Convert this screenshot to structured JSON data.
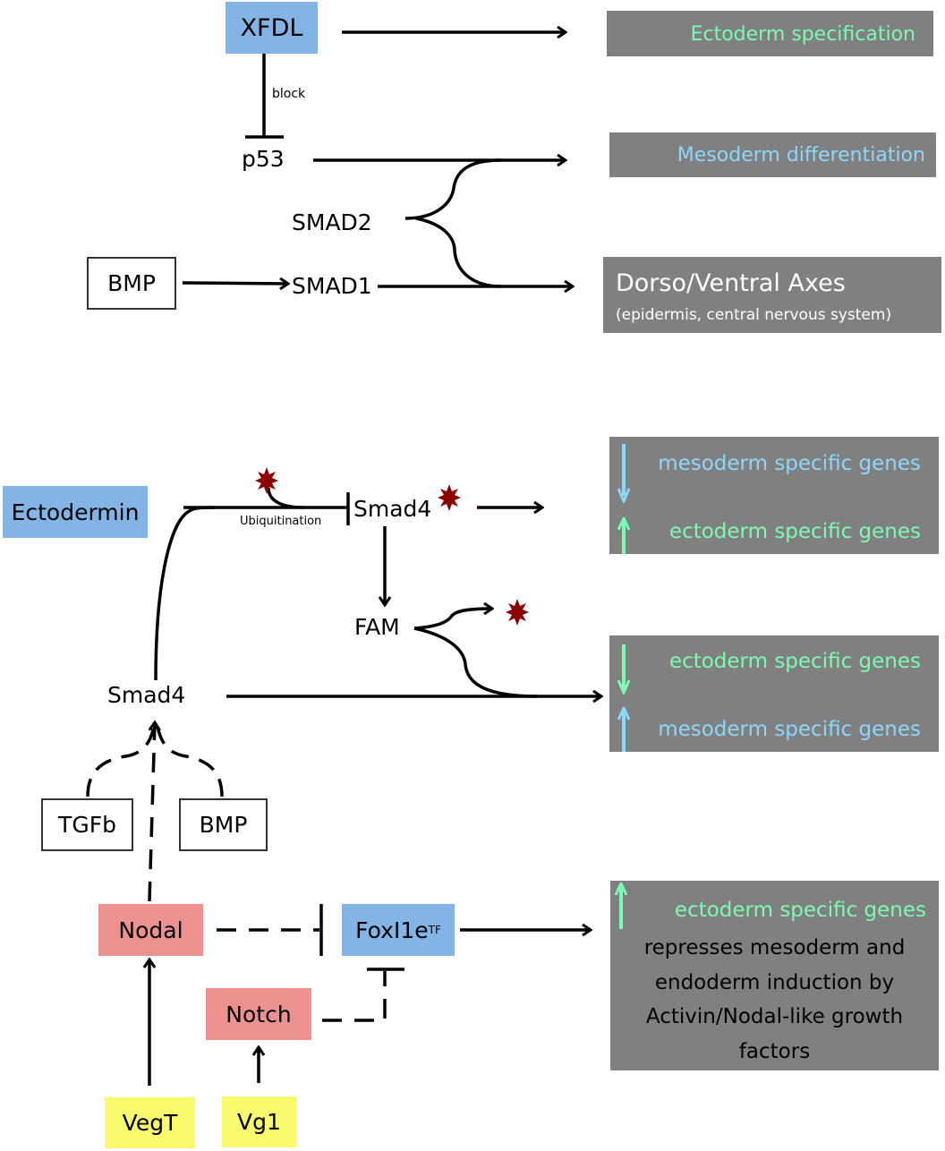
{
  "colors": {
    "blue_node": "#82b4e6",
    "red_node": "#ec9090",
    "yellow_node": "#fafa6e",
    "outcome_box": "#808080",
    "ectoderm_text": "#7dfab4",
    "mesoderm_text": "#8ed6fa",
    "ubiquitin_star": "#8b0000"
  },
  "top_pathway": {
    "nodes": {
      "xfdl": "XFDL",
      "p53": "p53",
      "smad2": "SMAD2",
      "smad1": "SMAD1",
      "bmp": "BMP"
    },
    "edge_labels": {
      "block": "block"
    },
    "outcomes": {
      "ectoderm_specification": "Ectoderm specification",
      "mesoderm_differentiation": "Mesoderm differentiation",
      "dv_axes_title": "Dorso/Ventral Axes",
      "dv_axes_subtitle": "(epidermis, central nervous system)"
    }
  },
  "bottom_pathway": {
    "nodes": {
      "ectodermin": "Ectodermin",
      "smad4_ubiquitinated": "Smad4",
      "fam": "FAM",
      "smad4": "Smad4",
      "tgfb": "TGFb",
      "bmp": "BMP",
      "nodal": "Nodal",
      "foxi1e": "FoxI1e",
      "foxi1e_subscript": "TF",
      "notch": "Notch",
      "vegt": "VegT",
      "vg1": "Vg1"
    },
    "edge_labels": {
      "ubiquitination": "Ubiquitination"
    },
    "outcomes": {
      "box1": {
        "line1": {
          "direction": "down",
          "text": "mesoderm specific genes",
          "color": "mesoderm"
        },
        "line2": {
          "direction": "up",
          "text": "ectoderm specific genes",
          "color": "ectoderm"
        }
      },
      "box2": {
        "line1": {
          "direction": "down",
          "text": "ectoderm specific genes",
          "color": "ectoderm"
        },
        "line2": {
          "direction": "up",
          "text": "mesoderm specific genes",
          "color": "mesoderm"
        }
      },
      "box3": {
        "line1": {
          "direction": "up",
          "text": "ectoderm specific genes",
          "color": "ectoderm"
        },
        "description": [
          "represses mesoderm and",
          "endoderm induction by",
          "Activin/Nodal-like growth",
          "factors"
        ]
      }
    }
  }
}
